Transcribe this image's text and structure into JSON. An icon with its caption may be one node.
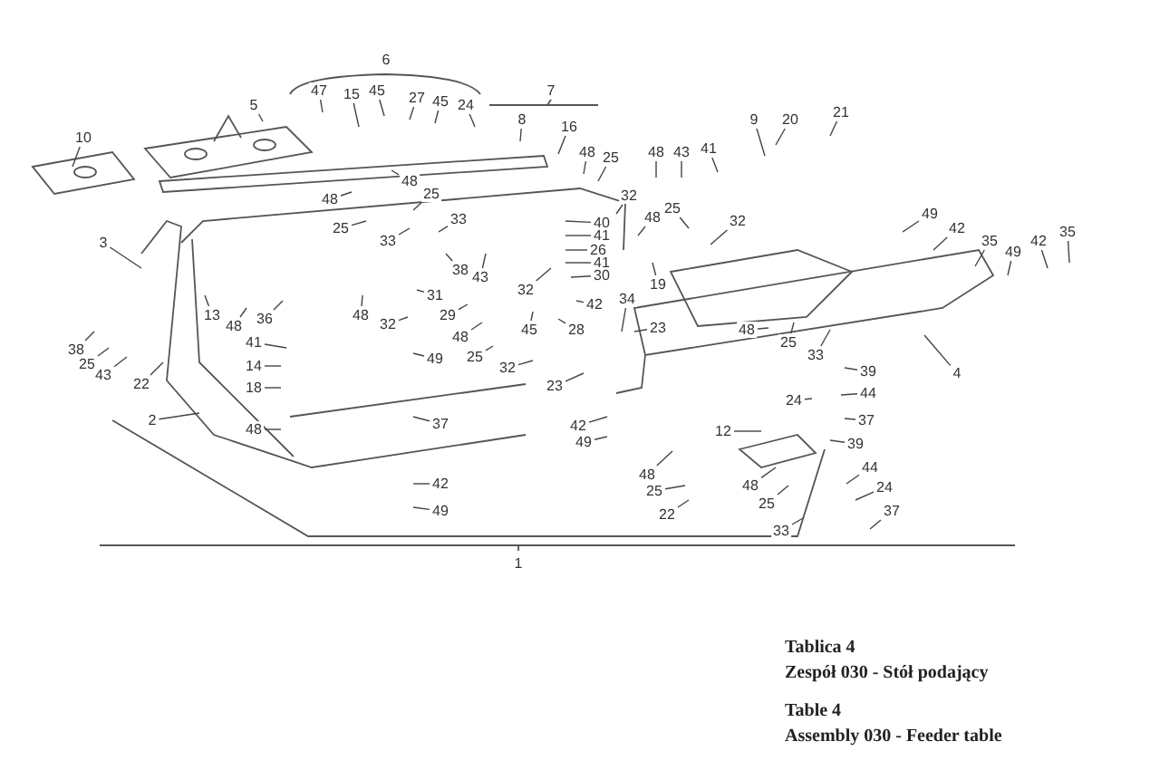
{
  "diagram": {
    "nodes": [
      {
        "text": [
          "10"
        ]
      },
      {
        "text": [
          "5"
        ]
      },
      {
        "text": [
          "47"
        ]
      },
      {
        "text": [
          "15"
        ]
      },
      {
        "text": [
          "45"
        ]
      },
      {
        "text": [
          "27"
        ]
      },
      {
        "text": [
          "45"
        ]
      },
      {
        "text": [
          "24"
        ]
      },
      {
        "text": [
          "8"
        ]
      },
      {
        "text": [
          "16"
        ]
      },
      {
        "text": [
          "48"
        ]
      },
      {
        "text": [
          "25"
        ]
      },
      {
        "text": [
          "48"
        ]
      },
      {
        "text": [
          "43"
        ]
      },
      {
        "text": [
          "41"
        ]
      },
      {
        "text": [
          "9"
        ]
      },
      {
        "text": [
          "20"
        ]
      },
      {
        "text": [
          "21"
        ]
      },
      {
        "text": [
          "48"
        ]
      },
      {
        "text": [
          "25"
        ]
      },
      {
        "text": [
          "48"
        ]
      },
      {
        "text": [
          "25"
        ]
      },
      {
        "text": [
          "33"
        ]
      },
      {
        "text": [
          "33"
        ]
      },
      {
        "text": [
          "3"
        ]
      },
      {
        "text": [
          "32"
        ]
      },
      {
        "text": [
          "48"
        ]
      },
      {
        "text": [
          "25"
        ]
      },
      {
        "text": [
          "32"
        ]
      },
      {
        "text": [
          "49"
        ]
      },
      {
        "text": [
          "42"
        ]
      },
      {
        "text": [
          "35"
        ]
      },
      {
        "text": [
          "49"
        ]
      },
      {
        "text": [
          "42"
        ]
      },
      {
        "text": [
          "35"
        ]
      },
      {
        "text": [
          "40"
        ]
      },
      {
        "text": [
          "41"
        ]
      },
      {
        "text": [
          "26"
        ]
      },
      {
        "text": [
          "41"
        ]
      },
      {
        "text": [
          "30"
        ]
      },
      {
        "text": [
          "13"
        ]
      },
      {
        "text": [
          "48"
        ]
      },
      {
        "text": [
          "36"
        ]
      },
      {
        "text": [
          "38"
        ]
      },
      {
        "text": [
          "43"
        ]
      },
      {
        "text": [
          "32"
        ]
      },
      {
        "text": [
          "19"
        ]
      },
      {
        "text": [
          "34"
        ]
      },
      {
        "text": [
          "42"
        ]
      },
      {
        "text": [
          "31"
        ]
      },
      {
        "text": [
          "38"
        ]
      },
      {
        "text": [
          "41"
        ]
      },
      {
        "text": [
          "25"
        ]
      },
      {
        "text": [
          "43"
        ]
      },
      {
        "text": [
          "22"
        ]
      },
      {
        "text": [
          "14"
        ]
      },
      {
        "text": [
          "18"
        ]
      },
      {
        "text": [
          "48"
        ]
      },
      {
        "text": [
          "32"
        ]
      },
      {
        "text": [
          "29"
        ]
      },
      {
        "text": [
          "45"
        ]
      },
      {
        "text": [
          "28"
        ]
      },
      {
        "text": [
          "23"
        ]
      },
      {
        "text": [
          "48"
        ]
      },
      {
        "text": [
          "25"
        ]
      },
      {
        "text": [
          "33"
        ]
      },
      {
        "text": [
          "48"
        ]
      },
      {
        "text": [
          "25"
        ]
      },
      {
        "text": [
          "49"
        ]
      },
      {
        "text": [
          "32"
        ]
      },
      {
        "text": [
          "2"
        ]
      },
      {
        "text": [
          "4"
        ]
      },
      {
        "text": [
          "39"
        ]
      },
      {
        "text": [
          "44"
        ]
      },
      {
        "text": [
          "23"
        ]
      },
      {
        "text": [
          "24"
        ]
      },
      {
        "text": [
          "37"
        ]
      },
      {
        "text": [
          "48"
        ]
      },
      {
        "text": [
          "37"
        ]
      },
      {
        "text": [
          "42"
        ]
      },
      {
        "text": [
          "12"
        ]
      },
      {
        "text": [
          "49"
        ]
      },
      {
        "text": [
          "39"
        ]
      },
      {
        "text": [
          "44"
        ]
      },
      {
        "text": [
          "48"
        ]
      },
      {
        "text": [
          "42"
        ]
      },
      {
        "text": [
          "24"
        ]
      },
      {
        "text": [
          "48"
        ]
      },
      {
        "text": [
          "25"
        ]
      },
      {
        "text": [
          "25"
        ]
      },
      {
        "text": [
          "37"
        ]
      },
      {
        "text": [
          "49"
        ]
      },
      {
        "text": [
          "22"
        ]
      },
      {
        "text": [
          "33"
        ]
      }
    ],
    "edges": [
      {
        "from": 0,
        "to": null,
        "arrow": "none"
      },
      {
        "from": 1,
        "to": null,
        "arrow": "none"
      },
      {
        "from": 2,
        "to": null,
        "arrow": "none"
      },
      {
        "from": 3,
        "to": null,
        "arrow": "none"
      },
      {
        "from": 4,
        "to": null,
        "arrow": "none"
      },
      {
        "from": 5,
        "to": null,
        "arrow": "none"
      },
      {
        "from": 6,
        "to": null,
        "arrow": "none"
      },
      {
        "from": 7,
        "to": null,
        "arrow": "none"
      },
      {
        "from": 8,
        "to": null,
        "arrow": "none"
      },
      {
        "from": 9,
        "to": null,
        "arrow": "none"
      },
      {
        "from": 10,
        "to": null,
        "arrow": "none"
      },
      {
        "from": 11,
        "to": null,
        "arrow": "none"
      },
      {
        "from": 12,
        "to": null,
        "arrow": "none"
      },
      {
        "from": 13,
        "to": null,
        "arrow": "none"
      },
      {
        "from": 14,
        "to": null,
        "arrow": "none"
      },
      {
        "from": 15,
        "to": null,
        "arrow": "none"
      },
      {
        "from": 16,
        "to": null,
        "arrow": "none"
      },
      {
        "from": 17,
        "to": null,
        "arrow": "none"
      },
      {
        "from": 18,
        "to": null,
        "arrow": "none"
      },
      {
        "from": 19,
        "to": null,
        "arrow": "none"
      },
      {
        "from": 20,
        "to": null,
        "arrow": "none"
      },
      {
        "from": 21,
        "to": null,
        "arrow": "none"
      },
      {
        "from": 22,
        "to": null,
        "arrow": "none"
      },
      {
        "from": 23,
        "to": null,
        "arrow": "none"
      },
      {
        "from": 24,
        "to": null,
        "arrow": "none"
      },
      {
        "from": 25,
        "to": null,
        "arrow": "none"
      },
      {
        "from": 26,
        "to": null,
        "arrow": "none"
      },
      {
        "from": 27,
        "to": null,
        "arrow": "none"
      },
      {
        "from": 28,
        "to": null,
        "arrow": "none"
      },
      {
        "from": 29,
        "to": null,
        "arrow": "none"
      },
      {
        "from": 30,
        "to": null,
        "arrow": "none"
      },
      {
        "from": 31,
        "to": null,
        "arrow": "none"
      },
      {
        "from": 32,
        "to": null,
        "arrow": "none"
      },
      {
        "from": 33,
        "to": null,
        "arrow": "none"
      },
      {
        "from": 34,
        "to": null,
        "arrow": "none"
      },
      {
        "from": 35,
        "to": null,
        "arrow": "none"
      },
      {
        "from": 36,
        "to": null,
        "arrow": "none"
      },
      {
        "from": 37,
        "to": null,
        "arrow": "none"
      },
      {
        "from": 38,
        "to": null,
        "arrow": "none"
      },
      {
        "from": 39,
        "to": null,
        "arrow": "none"
      },
      {
        "from": 40,
        "to": null,
        "arrow": "none"
      },
      {
        "from": 41,
        "to": null,
        "arrow": "none"
      },
      {
        "from": 42,
        "to": null,
        "arrow": "none"
      },
      {
        "from": 43,
        "to": null,
        "arrow": "none"
      },
      {
        "from": 44,
        "to": null,
        "arrow": "none"
      },
      {
        "from": 45,
        "to": null,
        "arrow": "none"
      },
      {
        "from": 46,
        "to": null,
        "arrow": "none"
      },
      {
        "from": 47,
        "to": null,
        "arrow": "none"
      },
      {
        "from": 48,
        "to": null,
        "arrow": "none"
      },
      {
        "from": 49,
        "to": null,
        "arrow": "none"
      },
      {
        "from": 50,
        "to": null,
        "arrow": "none"
      },
      {
        "from": 51,
        "to": null,
        "arrow": "none"
      },
      {
        "from": 52,
        "to": null,
        "arrow": "none"
      },
      {
        "from": 53,
        "to": null,
        "arrow": "none"
      },
      {
        "from": 54,
        "to": null,
        "arrow": "none"
      },
      {
        "from": 55,
        "to": null,
        "arrow": "none"
      },
      {
        "from": 56,
        "to": null,
        "arrow": "none"
      },
      {
        "from": 57,
        "to": null,
        "arrow": "none"
      },
      {
        "from": 58,
        "to": null,
        "arrow": "none"
      },
      {
        "from": 59,
        "to": null,
        "arrow": "none"
      },
      {
        "from": 60,
        "to": null,
        "arrow": "none"
      },
      {
        "from": 61,
        "to": null,
        "arrow": "none"
      },
      {
        "from": 62,
        "to": null,
        "arrow": "none"
      },
      {
        "from": 63,
        "to": null,
        "arrow": "none"
      },
      {
        "from": 64,
        "to": null,
        "arrow": "none"
      },
      {
        "from": 65,
        "to": null,
        "arrow": "none"
      },
      {
        "from": 66,
        "to": null,
        "arrow": "none"
      },
      {
        "from": 67,
        "to": null,
        "arrow": "none"
      },
      {
        "from": 68,
        "to": null,
        "arrow": "none"
      },
      {
        "from": 69,
        "to": null,
        "arrow": "none"
      },
      {
        "from": 70,
        "to": null,
        "arrow": "none"
      },
      {
        "from": 71,
        "to": null,
        "arrow": "none"
      },
      {
        "from": 72,
        "to": null,
        "arrow": "none"
      },
      {
        "from": 73,
        "to": null,
        "arrow": "none"
      },
      {
        "from": 74,
        "to": null,
        "arrow": "none"
      },
      {
        "from": 75,
        "to": null,
        "arrow": "none"
      },
      {
        "from": 76,
        "to": null,
        "arrow": "none"
      },
      {
        "from": 77,
        "to": null,
        "arrow": "none"
      },
      {
        "from": 78,
        "to": null,
        "arrow": "none"
      },
      {
        "from": 79,
        "to": null,
        "arrow": "none"
      },
      {
        "from": 80,
        "to": null,
        "arrow": "none"
      },
      {
        "from": 81,
        "to": null,
        "arrow": "none"
      },
      {
        "from": 82,
        "to": null,
        "arrow": "none"
      },
      {
        "from": 83,
        "to": null,
        "arrow": "none"
      },
      {
        "from": 84,
        "to": null,
        "arrow": "none"
      },
      {
        "from": 85,
        "to": null,
        "arrow": "none"
      },
      {
        "from": 86,
        "to": null,
        "arrow": "none"
      },
      {
        "from": 87,
        "to": null,
        "arrow": "none"
      },
      {
        "from": 88,
        "to": null,
        "arrow": "none"
      },
      {
        "from": 89,
        "to": null,
        "arrow": "none"
      },
      {
        "from": 90,
        "to": null,
        "arrow": "none"
      },
      {
        "from": 91,
        "to": null,
        "arrow": "none"
      },
      {
        "from": 92,
        "to": null,
        "arrow": "none"
      },
      {
        "from": 93,
        "to": null,
        "arrow": "none"
      }
    ],
    "labels": [
      "6",
      "7",
      "1",
      "Tablica 4",
      "Zespół 030 - Stół podający",
      "Table 4",
      "Assembly 030 - Feeder table"
    ]
  }
}
